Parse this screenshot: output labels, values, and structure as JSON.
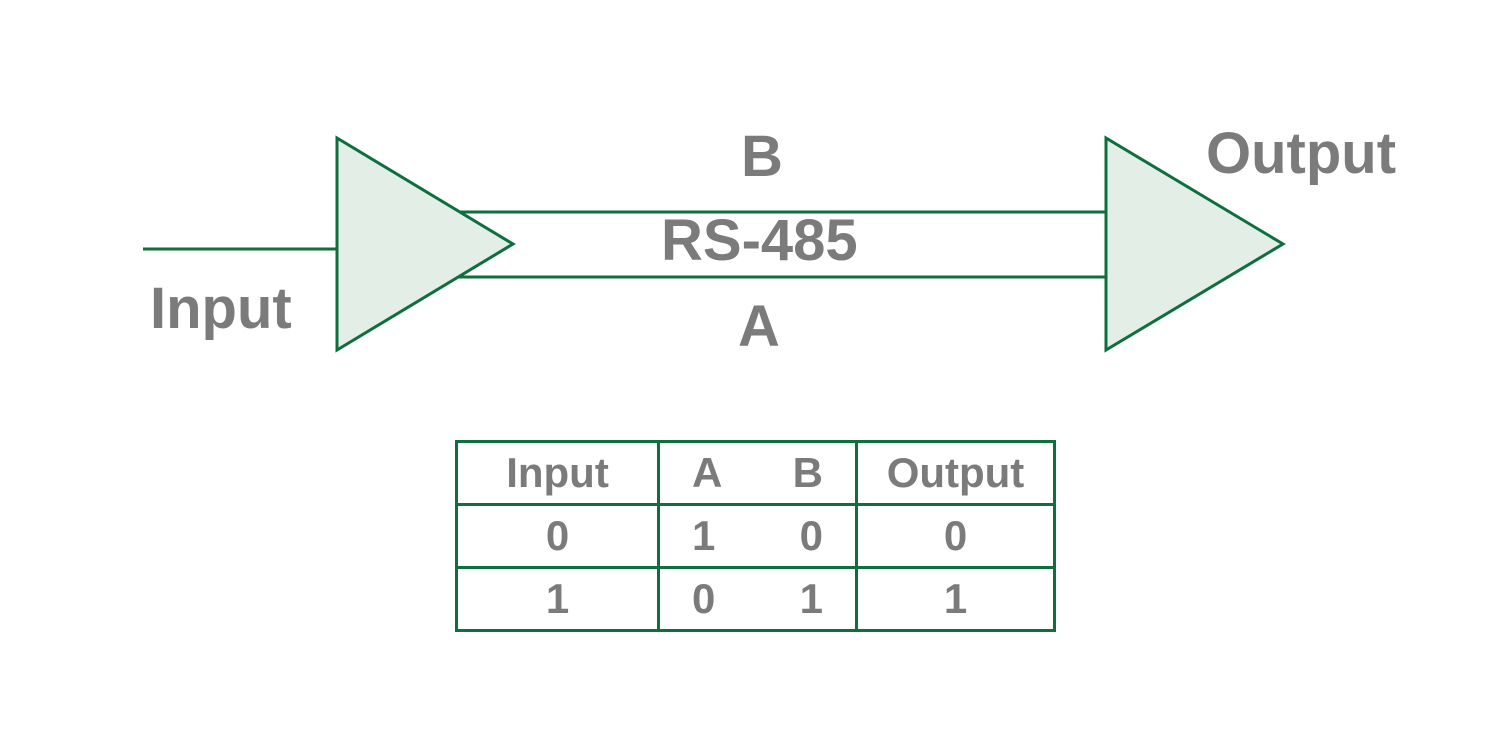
{
  "colors": {
    "green": "#0e6e3e",
    "light_green": "#e2eee6",
    "gray": "#7b7b7b",
    "background": "#ffffff"
  },
  "diagram": {
    "input_label": "Input",
    "output_label": "Output",
    "line_b_label": "B",
    "line_a_label": "A",
    "bus_label": "RS-485"
  },
  "truth_table": {
    "columns": [
      "Input",
      "A",
      "B",
      "Output"
    ],
    "rows": [
      {
        "input": "0",
        "a": "1",
        "b": "0",
        "output": "0"
      },
      {
        "input": "1",
        "a": "0",
        "b": "1",
        "output": "1"
      }
    ]
  }
}
